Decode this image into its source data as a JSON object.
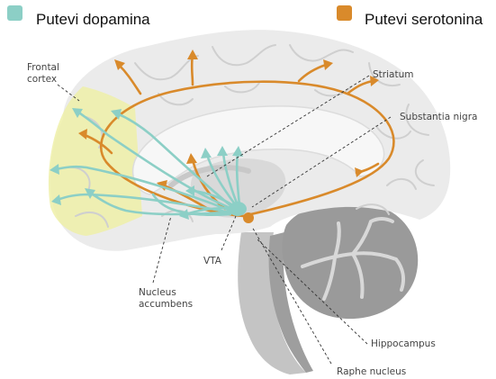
{
  "legend": {
    "dopamine": {
      "label": "Putevi dopamina",
      "color": "#8ccfc6"
    },
    "serotonin": {
      "label": "Putevi serotonina",
      "color": "#d98a2b"
    }
  },
  "labels": {
    "frontal_cortex_line1": "Frontal",
    "frontal_cortex_line2": "cortex",
    "striatum": "Striatum",
    "substantia_nigra": "Substantia nigra",
    "vta": "VTA",
    "nucleus_accumbens_line1": "Nucleus",
    "nucleus_accumbens_line2": "accumbens",
    "hippocampus": "Hippocampus",
    "raphe_nucleus": "Raphe nucleus"
  },
  "colors": {
    "brain": "#ebebeb",
    "brain_inner": "#f4f4f4",
    "frontal_highlight": "#eef0a8",
    "cerebellum": "#9a9a9a",
    "brainstem": "#b8b8b8"
  }
}
